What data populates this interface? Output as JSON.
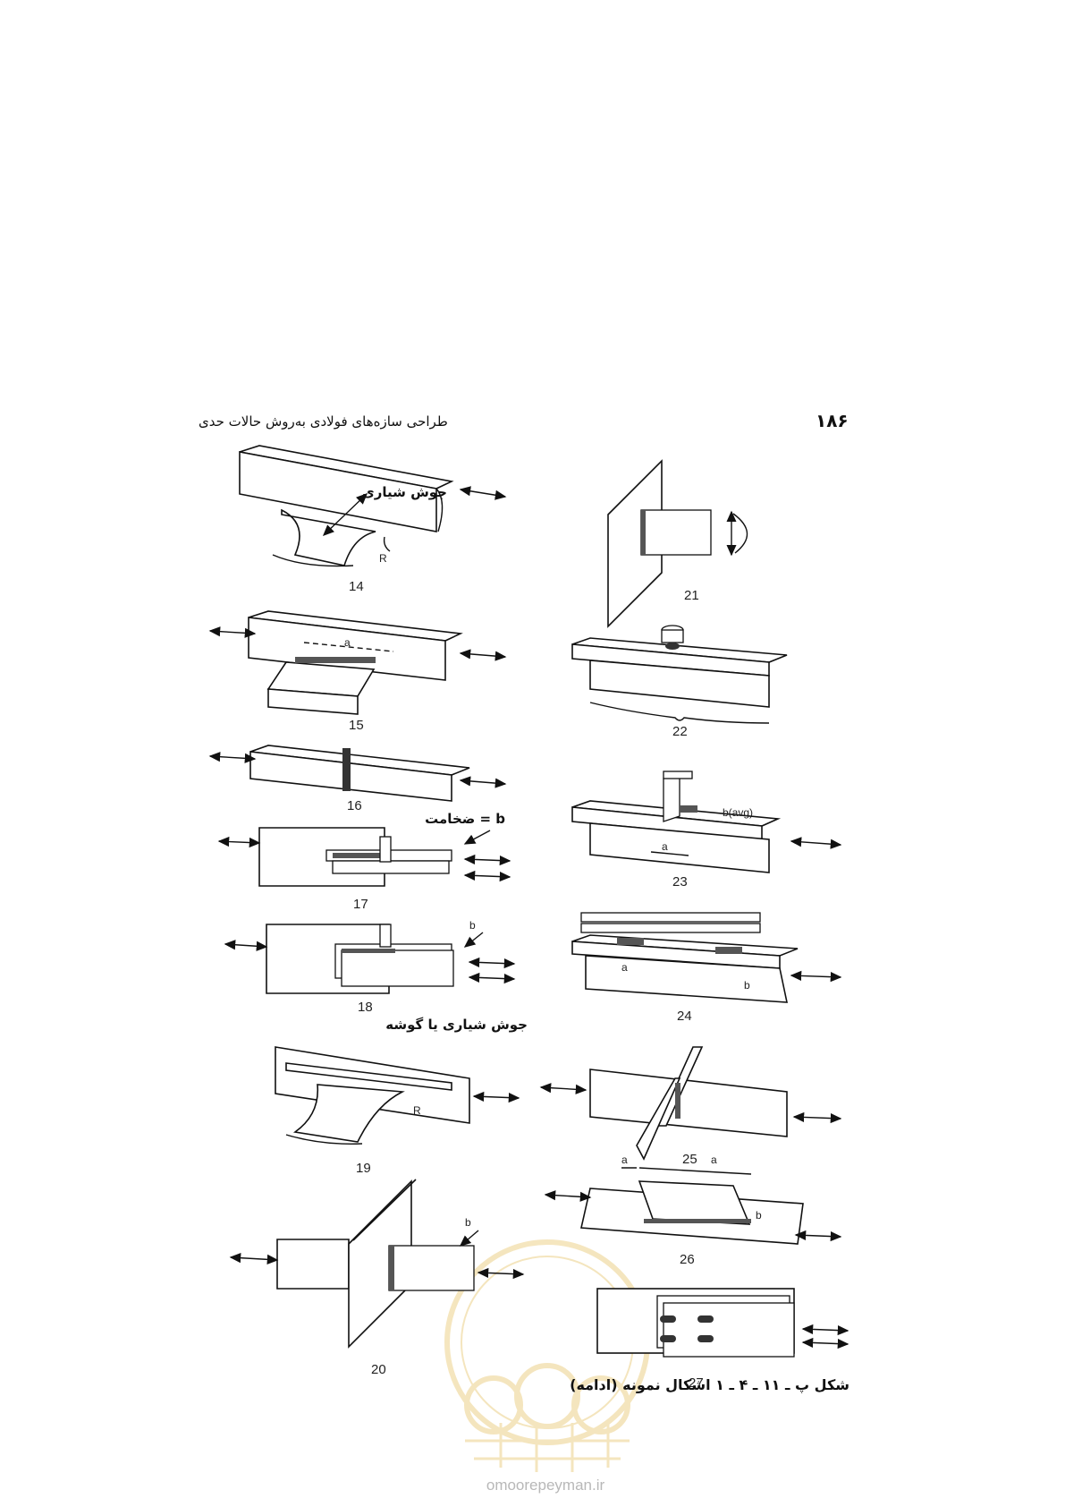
{
  "header": {
    "page_number": "۱۸۶",
    "running_title": "طراحی سازه‌های فولادی به‌روش حالات حدی"
  },
  "figures": {
    "labels": {
      "groove_weld": "جوش شیاری",
      "thickness": "ضخامت = b",
      "groove_or_fillet": "جوش شیاری یا گوشه"
    },
    "numbers": [
      "14",
      "15",
      "16",
      "17",
      "18",
      "19",
      "20",
      "21",
      "22",
      "23",
      "24",
      "25",
      "26",
      "27"
    ],
    "dims": {
      "a": "a",
      "b": "b",
      "b_avg": "b(avg)",
      "R": "R"
    }
  },
  "caption": "شکل پ ـ ۱۱ ـ ۴ ـ ۱  اشکال نمونه (ادامه)",
  "watermark": "omoorepeyman.ir",
  "colors": {
    "ink": "#111111",
    "watermark": "#e8c770"
  }
}
